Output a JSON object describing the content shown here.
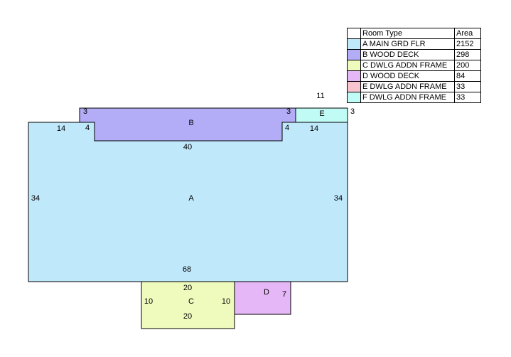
{
  "legend": {
    "header": {
      "type": "Room Type",
      "area": "Area"
    },
    "rows": [
      {
        "label": "A MAIN GRD FLR",
        "area": "2152",
        "color": "#bfe8fb"
      },
      {
        "label": "B WOOD DECK",
        "area": "298",
        "color": "#b3acf6"
      },
      {
        "label": "C DWLG ADDN FRAME",
        "area": "200",
        "color": "#effbbd"
      },
      {
        "label": "D WOOD DECK",
        "area": "84",
        "color": "#e5b7f6"
      },
      {
        "label": "E DWLG ADDN FRAME",
        "area": "33",
        "color": "#f8c4cf"
      },
      {
        "label": "F DWLG ADDN FRAME",
        "area": "33",
        "color": "#c1fbf5"
      }
    ]
  },
  "rooms": {
    "a": {
      "letter": "A",
      "dims": {
        "top": "40",
        "left": "34",
        "right": "34",
        "bottom": "68",
        "top_left": "14",
        "top_right": "14"
      }
    },
    "b": {
      "letter": "B",
      "dims": {
        "left_step": "3",
        "right_step": "3",
        "left_notch": "4",
        "right_notch": "4"
      }
    },
    "c": {
      "letter": "C",
      "dims": {
        "top": "20",
        "bottom": "20",
        "left": "10",
        "right": "10"
      }
    },
    "d": {
      "letter": "D",
      "dims": {
        "right": "7"
      }
    },
    "e": {
      "letter": "E",
      "dims": {
        "top": "11",
        "right": "3"
      }
    }
  }
}
